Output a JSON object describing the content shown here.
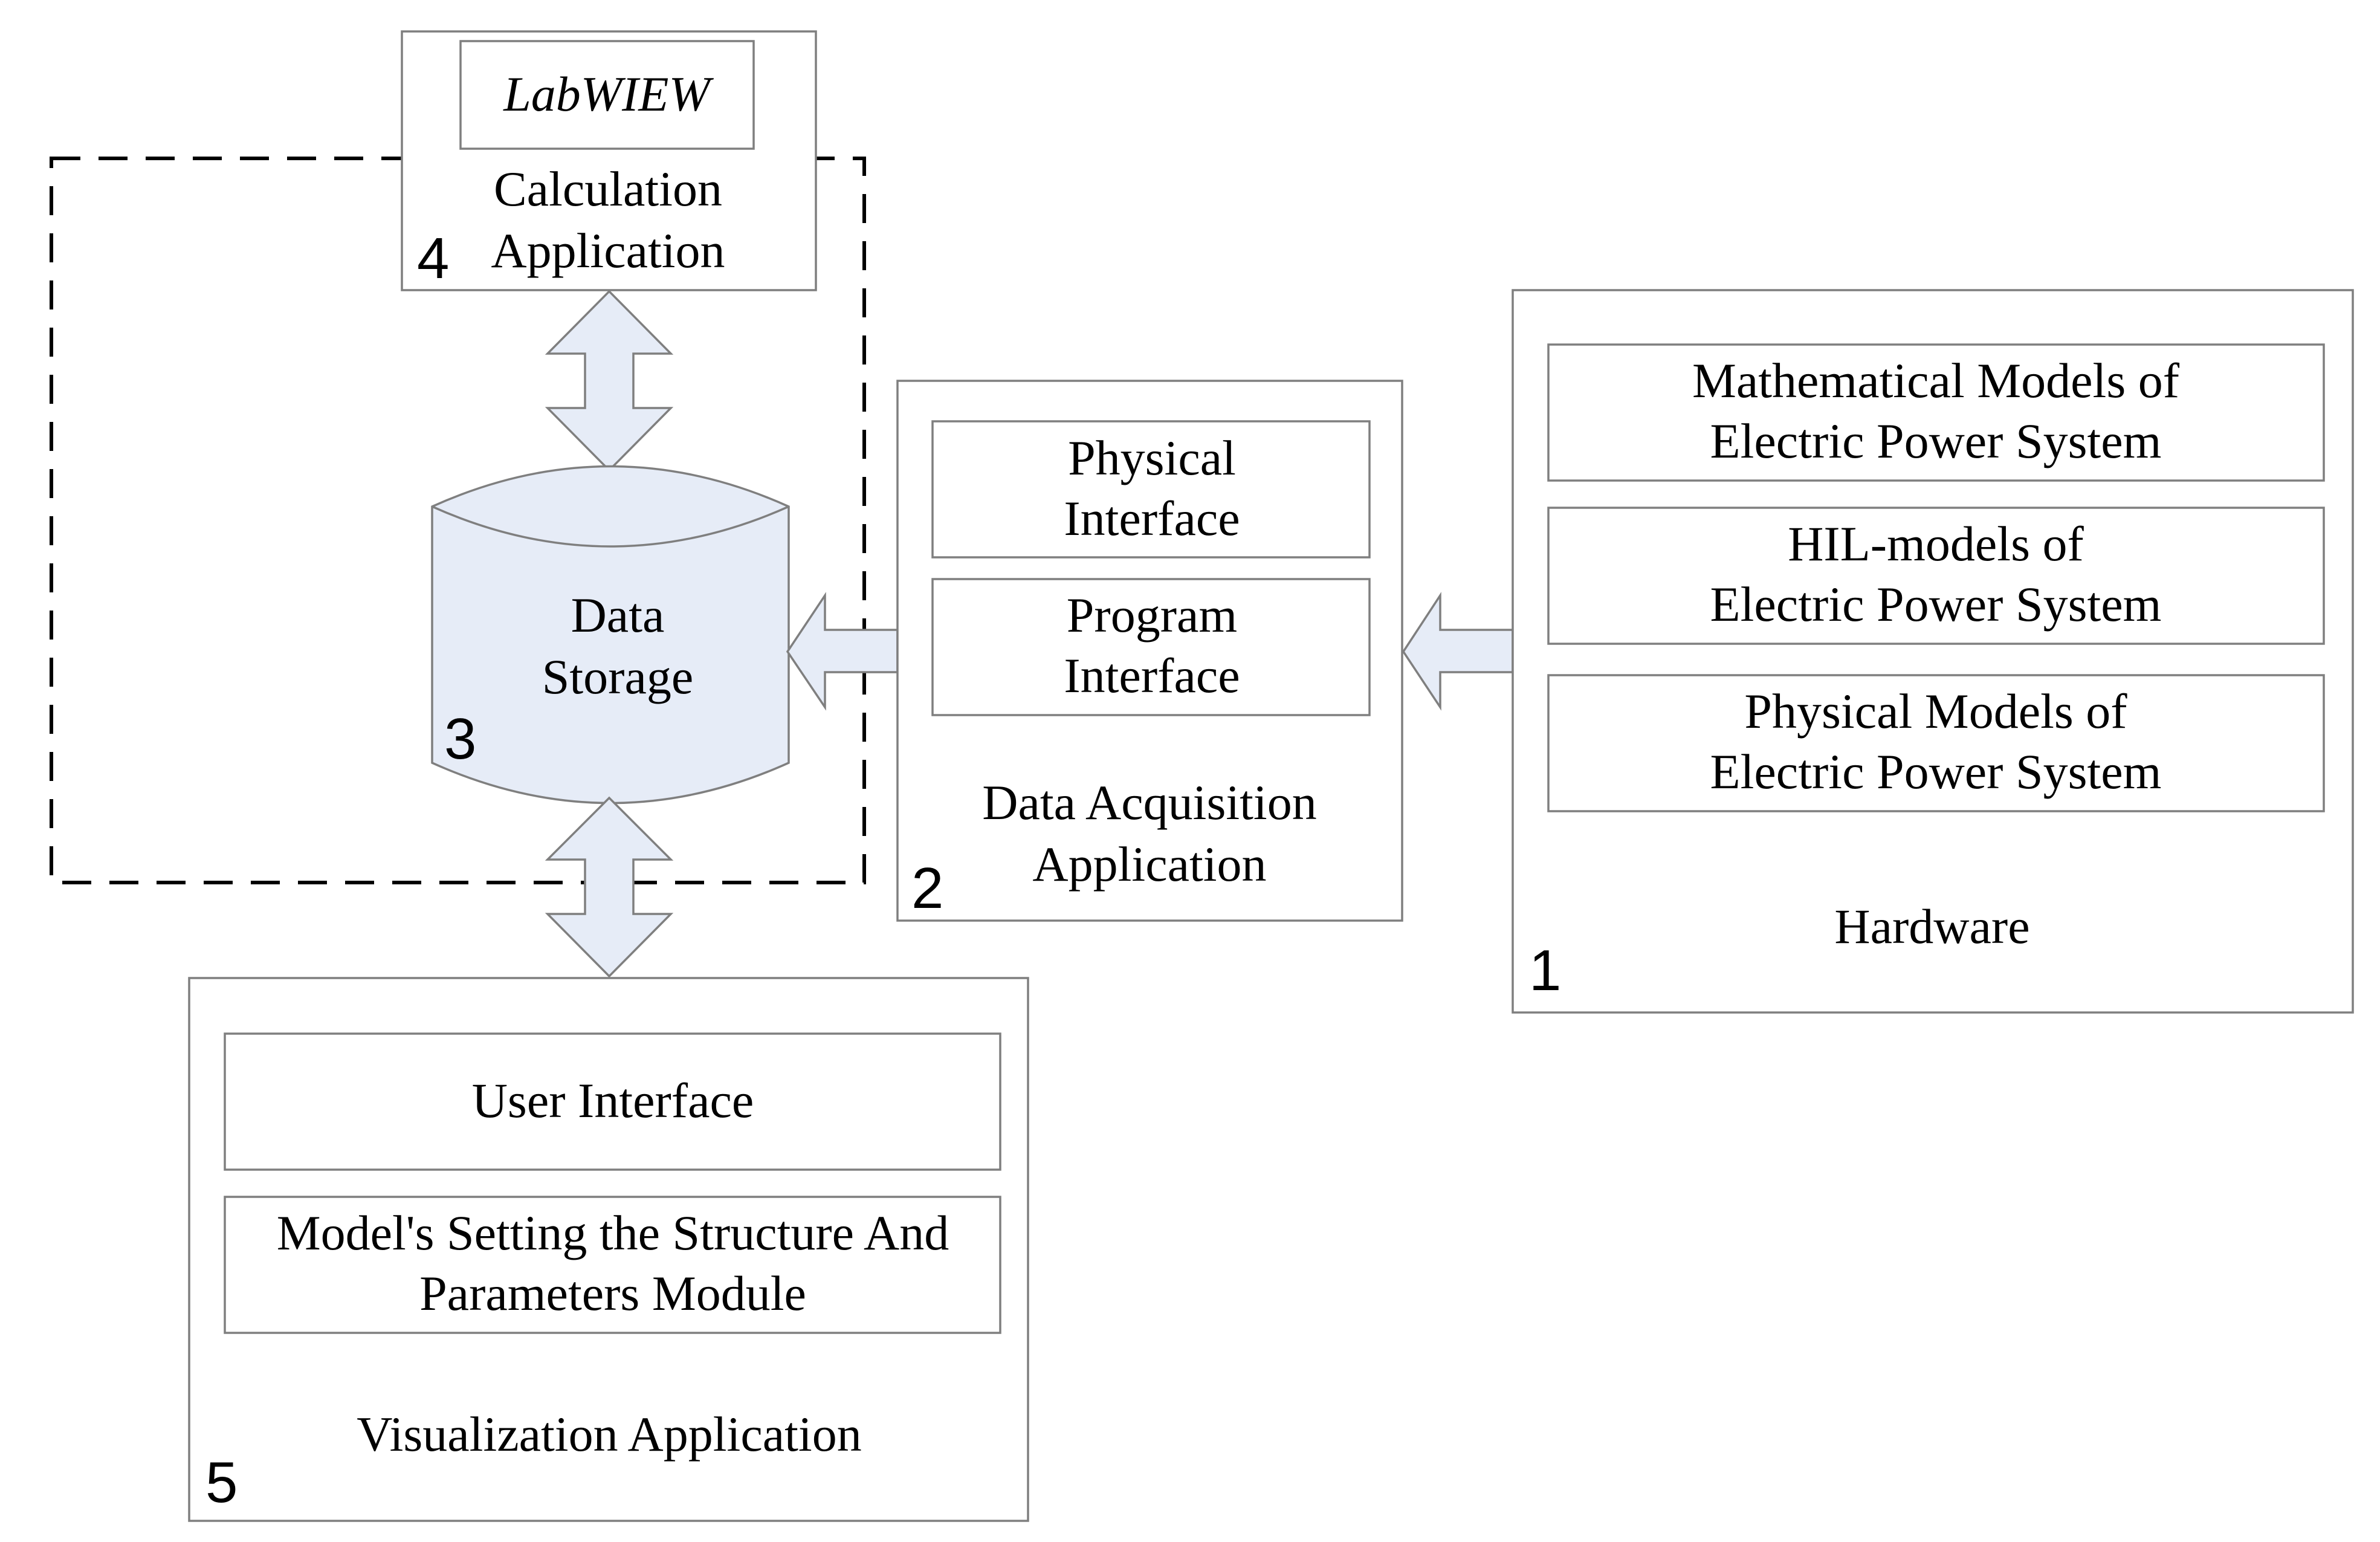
{
  "hardware": {
    "number": "1",
    "title": "Hardware",
    "items": [
      {
        "line1": "Mathematical Models of",
        "line2": "Electric Power System"
      },
      {
        "line1": "HIL-models of",
        "line2": "Electric Power System"
      },
      {
        "line1": "Physical Models of",
        "line2": "Electric Power System"
      }
    ]
  },
  "acquisition": {
    "number": "2",
    "title_line1": "Data Acquisition",
    "title_line2": "Application",
    "items": [
      {
        "line1": "Physical",
        "line2": "Interface"
      },
      {
        "line1": "Program",
        "line2": "Interface"
      }
    ]
  },
  "storage": {
    "number": "3",
    "line1": "Data",
    "line2": "Storage"
  },
  "calculation": {
    "number": "4",
    "tool": "LabWIEW",
    "line1": "Calculation",
    "line2": "Application"
  },
  "visualization": {
    "number": "5",
    "title": "Visualization Application",
    "items": [
      {
        "line1": "User Interface"
      },
      {
        "line1": "Model's Setting the Structure And",
        "line2": "Parameters Module"
      }
    ]
  },
  "colors": {
    "arrow_fill": "#e6ecf7",
    "border": "#7f7f7f",
    "text": "#000000"
  }
}
